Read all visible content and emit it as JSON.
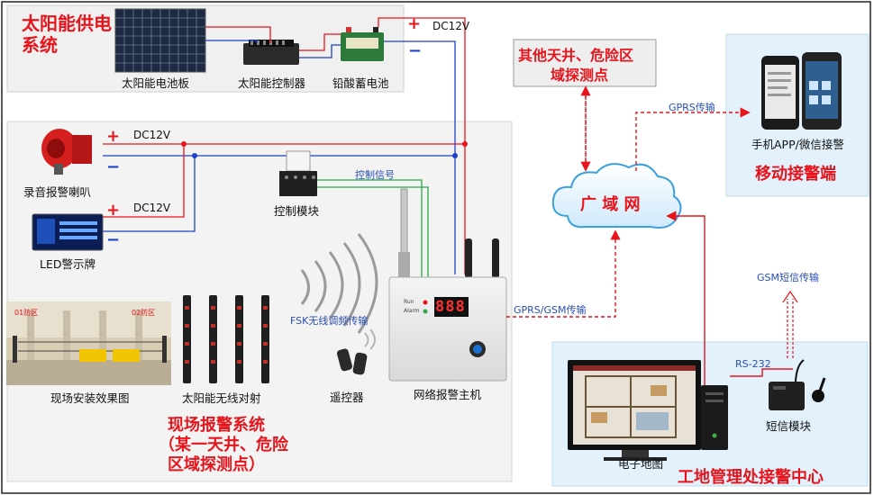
{
  "solar": {
    "title": "太阳能供电系统",
    "title_l1": "太阳能供电",
    "title_l2": "系统",
    "panel": "太阳能电池板",
    "controller": "太阳能控制器",
    "battery": "铅酸蓄电池",
    "dc": "DC12V",
    "plus": "+",
    "minus": "−"
  },
  "siren": {
    "label": "录音报警喇叭",
    "dc": "DC12V",
    "plus": "+",
    "minus": "−"
  },
  "led": {
    "label": "LED警示牌",
    "dc": "DC12V",
    "plus": "+",
    "minus": "−"
  },
  "control_module": {
    "label": "控制模块",
    "signal": "控制信号"
  },
  "host": {
    "label": "网络报警主机",
    "display": "888",
    "row1": "Run",
    "row2": "Alarm"
  },
  "fsk": {
    "label": "FSK无线调频传输"
  },
  "remote": {
    "label": "遥控器"
  },
  "scene": {
    "label": "现场安装效果图",
    "zone1": "01防区",
    "zone2": "02防区"
  },
  "beam": {
    "label": "太阳能无线对射"
  },
  "site_system": {
    "l1": "现场报警系统",
    "l2": "（某一天井、危险",
    "l3": "区域探测点）"
  },
  "wan": {
    "label": "广 域 网"
  },
  "other_points": {
    "l1": "其他天井、危险区",
    "l2": "域探测点"
  },
  "links": {
    "gprs": "GPRS传输",
    "gprs_gsm": "GPRS/GSM传输",
    "gsm_sms": "GSM短信传输",
    "rs232": "RS-232"
  },
  "mobile": {
    "app_label": "手机APP/微信接警",
    "title": "移动接警端"
  },
  "center": {
    "map_label": "电子地图",
    "sms_label": "短信模块",
    "title": "工地管理处接警中心"
  },
  "colors": {
    "accent_red": "#e8141c",
    "wire_blue": "#1e3fc8",
    "wire_green": "#2aa84a",
    "panel_gray": "#f0f0f0",
    "panel_blue": "#e2f1fb"
  }
}
